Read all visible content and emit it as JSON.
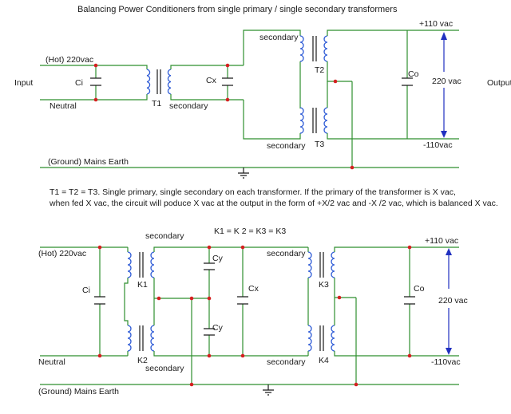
{
  "title": "Balancing Power Conditioners from single primary / single secondary transformers",
  "top": {
    "hot": "(Hot) 220vac",
    "neutral": "Neutral",
    "input": "Input",
    "output": "Output",
    "ground": "(Ground) Mains Earth",
    "ci": "Ci",
    "cx": "Cx",
    "co": "Co",
    "t1": "T1",
    "t2": "T2",
    "t3": "T3",
    "sec_t1": "secondary",
    "sec_t2": "secondary",
    "sec_t3": "secondary",
    "plus": "+110 vac",
    "minus": "-110vac",
    "mid": "220 vac"
  },
  "note": {
    "line1": "T1 = T2 = T3. Single primary, single secondary on each transformer. If the primary of the transformer is X vac,",
    "line2": "when fed X vac, the circuit will poduce X vac at the output in the form of +X/2 vac and -X /2 vac, which is balanced X vac."
  },
  "bottom": {
    "equation": "K1 = K 2 = K3 = K3",
    "hot": "(Hot) 220vac",
    "neutral": "Neutral",
    "ground": "(Ground) Mains Earth",
    "ci": "Ci",
    "cx": "Cx",
    "co": "Co",
    "cy1": "Cy",
    "cy2": "Cy",
    "k1": "K1",
    "k2": "K2",
    "k3": "K3",
    "k4": "K4",
    "sec_k1": "secondary",
    "sec_k2": "secondary",
    "sec_k3": "secondary",
    "sec_k4": "secondary",
    "plus": "+110 vac",
    "minus": "-110vac",
    "mid": "220 vac"
  }
}
